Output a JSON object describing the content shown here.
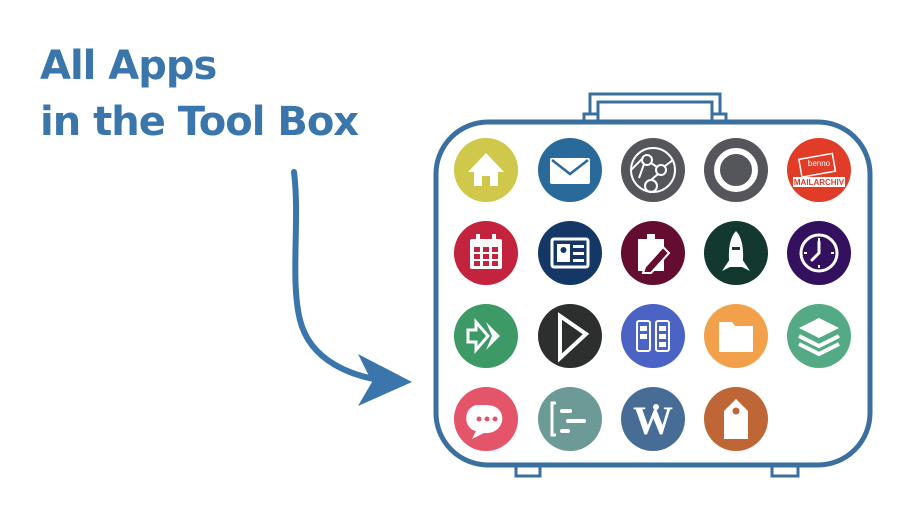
{
  "headline": {
    "line1": "All Apps",
    "line2": "in the Tool Box"
  },
  "colors": {
    "accent": "#3a76ab",
    "box_stroke": "#3a6fa0"
  },
  "apps": [
    {
      "icon": "home-icon",
      "color": "#cfc84a"
    },
    {
      "icon": "mail-icon",
      "color": "#2a6a9a"
    },
    {
      "icon": "network-globe-icon",
      "color": "#55555c"
    },
    {
      "icon": "ring-icon",
      "color": "#55555c"
    },
    {
      "icon": "benno-mailarchiv-icon",
      "color": "#e03c28",
      "logo_text": "benno",
      "logo_label": "MAILARCHIV"
    },
    {
      "icon": "calendar-icon",
      "color": "#c3233c"
    },
    {
      "icon": "contact-card-icon",
      "color": "#143766"
    },
    {
      "icon": "clipboard-edit-icon",
      "color": "#650d30"
    },
    {
      "icon": "rocket-icon",
      "color": "#133830"
    },
    {
      "icon": "clock-icon",
      "color": "#33115e"
    },
    {
      "icon": "arrow-forward-icon",
      "color": "#3d9a66"
    },
    {
      "icon": "play-icon",
      "color": "#2d2f2e"
    },
    {
      "icon": "kanban-icon",
      "color": "#4a63c4"
    },
    {
      "icon": "folder-icon",
      "color": "#f3a04a"
    },
    {
      "icon": "layers-icon",
      "color": "#55aa86"
    },
    {
      "icon": "chat-icon",
      "color": "#e4556a"
    },
    {
      "icon": "gantt-icon",
      "color": "#6b9a97"
    },
    {
      "icon": "wiki-icon",
      "color": "#476d97",
      "logo_text": "W"
    },
    {
      "icon": "tag-icon",
      "color": "#bf6637"
    }
  ]
}
